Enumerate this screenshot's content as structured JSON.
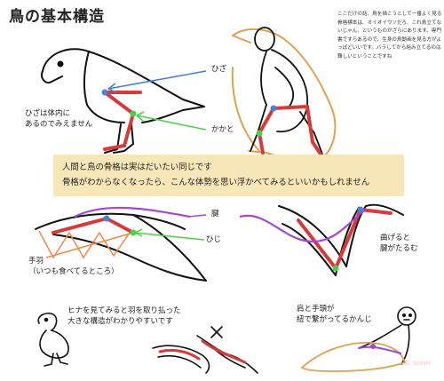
{
  "title": "鳥の基本構造",
  "note": "ここだけの話、鳥を描こうとして一番よく見る骨格標本は、オイオイウソだろ、これ鳥立てないじゃん、というものがざらにあります。専門書ですらあるので、生身の鳥動画を見る方がよっぽどいいです。バラしてから組み立てるのは難しいということですね",
  "labels": {
    "hiza": "ひざ",
    "hiza_hidden": "ひざは体内に\nあるのでみえません",
    "kakato": "かかと",
    "ken": "腱",
    "hiji": "ひじ",
    "teba": "手羽\n（いつも食べてるところ）",
    "bend": "曲げると\n腱がたるむ",
    "hina": "ヒナを見てみると羽を取り払った\n大きな構造がわかりやすいです",
    "kata": "肩と手頭が\n紐で繋がってるかんじ"
  },
  "banner": {
    "line1": "人間と鳥の骨格は実はだいたい同じです",
    "line2": "骨格がわからなくなったら、こんな体勢を思い浮かべてみるといいかもしれません"
  },
  "colors": {
    "bone": "#d83a3a",
    "joint_blue": "#4a7fd6",
    "joint_green": "#4ad04a",
    "tendon": "#a04ad0",
    "outline_orange": "#e0a050",
    "banner_bg": "#f6e6b8",
    "wing_orange": "#f08a4a"
  },
  "watermark": "© sono"
}
